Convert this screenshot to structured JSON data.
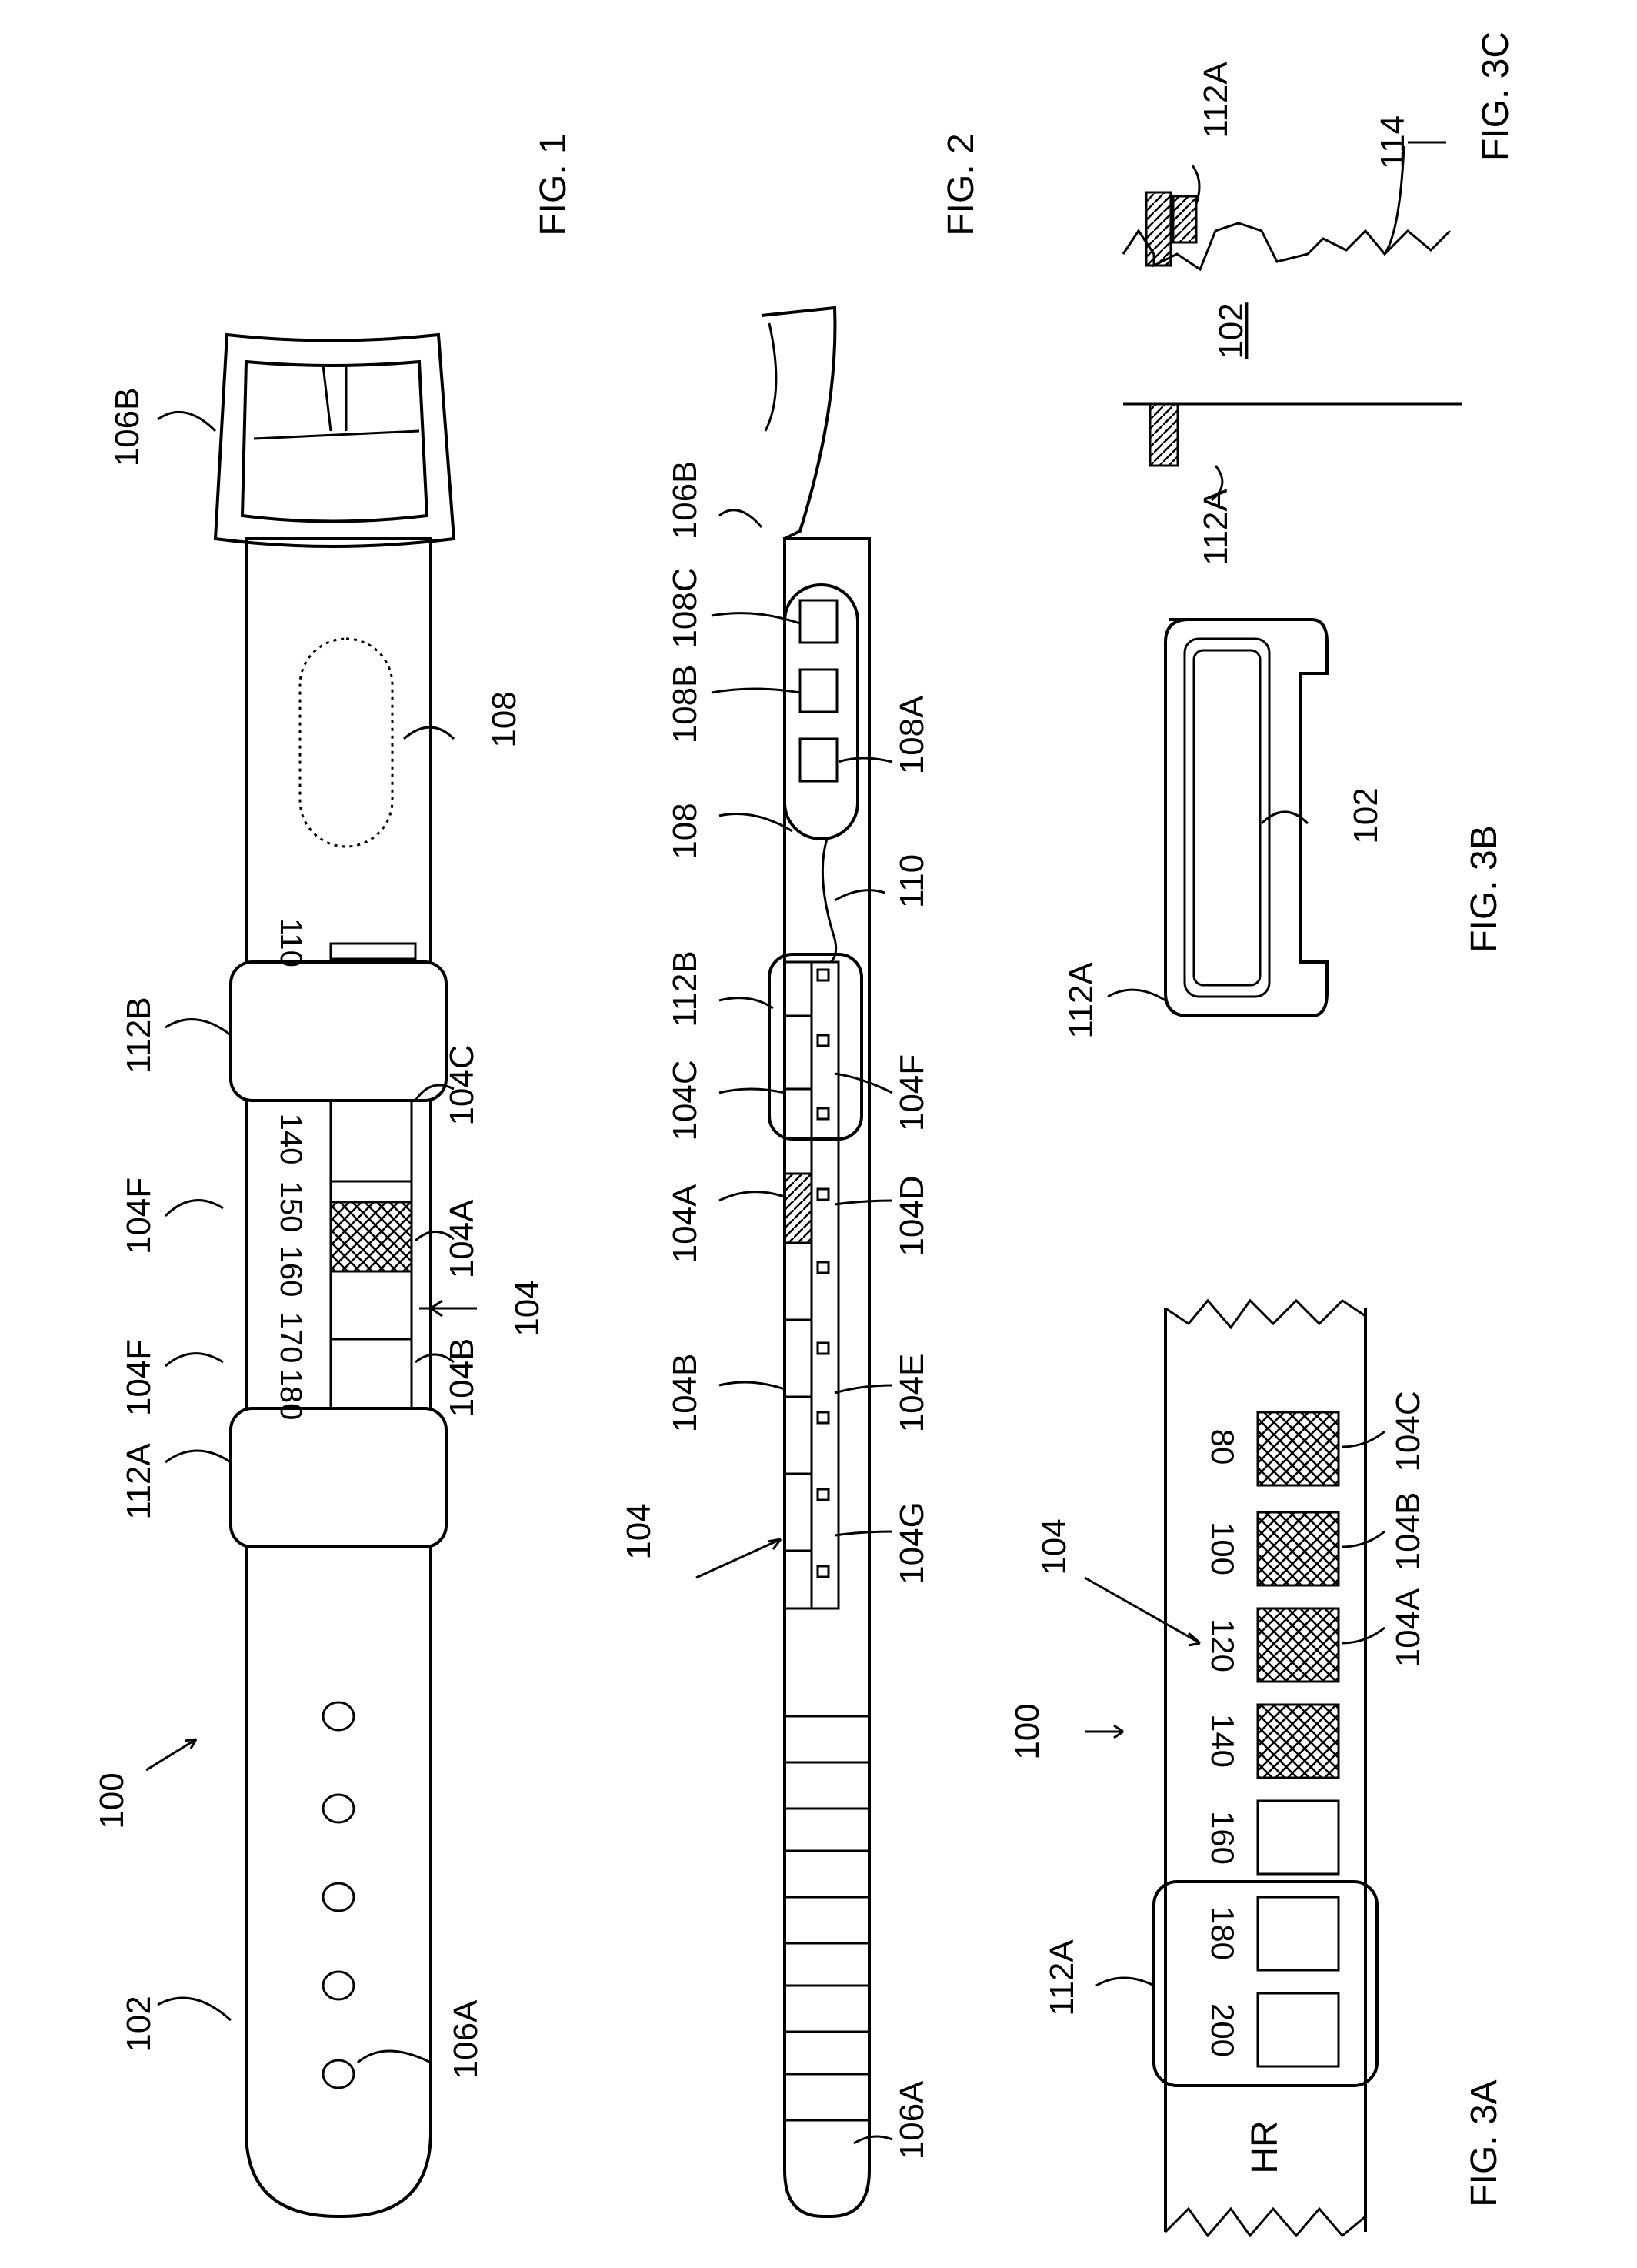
{
  "figures": {
    "fig1": {
      "caption": "FIG. 1"
    },
    "fig2": {
      "caption": "FIG. 2"
    },
    "fig3a": {
      "caption": "FIG. 3A"
    },
    "fig3b": {
      "caption": "FIG. 3B"
    },
    "fig3c": {
      "caption": "FIG. 3C"
    }
  },
  "labels": {
    "l100": "100",
    "l102": "102",
    "l104": "104",
    "l104A": "104A",
    "l104B": "104B",
    "l104C": "104C",
    "l104D": "104D",
    "l104E": "104E",
    "l104F": "104F",
    "l104G": "104G",
    "l106A": "106A",
    "l106B": "106B",
    "l108": "108",
    "l108A": "108A",
    "l108B": "108B",
    "l108C": "108C",
    "l110": "110",
    "l112A": "112A",
    "l112B": "112B",
    "l114": "114"
  },
  "fig1_scale": [
    "180",
    "170",
    "160",
    "150",
    "140"
  ],
  "fig3a_scale": [
    "200",
    "180",
    "160",
    "140",
    "120",
    "100",
    "80"
  ],
  "fig3a_unit": "HR"
}
